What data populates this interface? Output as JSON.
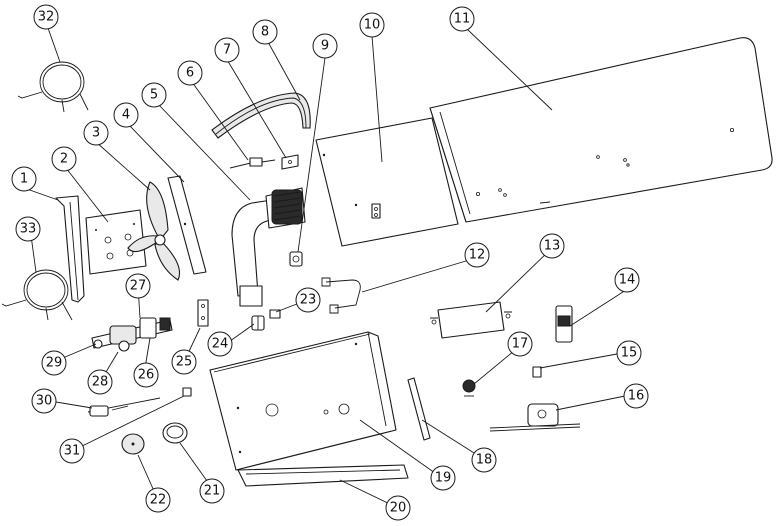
{
  "diagram": {
    "callouts": [
      {
        "id": 1,
        "label": "1"
      },
      {
        "id": 2,
        "label": "2"
      },
      {
        "id": 3,
        "label": "3"
      },
      {
        "id": 4,
        "label": "4"
      },
      {
        "id": 5,
        "label": "5"
      },
      {
        "id": 6,
        "label": "6"
      },
      {
        "id": 7,
        "label": "7"
      },
      {
        "id": 8,
        "label": "8"
      },
      {
        "id": 9,
        "label": "9"
      },
      {
        "id": 10,
        "label": "10"
      },
      {
        "id": 11,
        "label": "11"
      },
      {
        "id": 12,
        "label": "12"
      },
      {
        "id": 13,
        "label": "13"
      },
      {
        "id": 14,
        "label": "14"
      },
      {
        "id": 15,
        "label": "15"
      },
      {
        "id": 16,
        "label": "16"
      },
      {
        "id": 17,
        "label": "17"
      },
      {
        "id": 18,
        "label": "18"
      },
      {
        "id": 19,
        "label": "19"
      },
      {
        "id": 20,
        "label": "20"
      },
      {
        "id": 21,
        "label": "21"
      },
      {
        "id": 22,
        "label": "22"
      },
      {
        "id": 23,
        "label": "23"
      },
      {
        "id": 24,
        "label": "24"
      },
      {
        "id": 25,
        "label": "25"
      },
      {
        "id": 26,
        "label": "26"
      },
      {
        "id": 27,
        "label": "27"
      },
      {
        "id": 28,
        "label": "28"
      },
      {
        "id": 29,
        "label": "29"
      },
      {
        "id": 30,
        "label": "30"
      },
      {
        "id": 31,
        "label": "31"
      },
      {
        "id": 32,
        "label": "32"
      },
      {
        "id": 33,
        "label": "33"
      }
    ]
  }
}
